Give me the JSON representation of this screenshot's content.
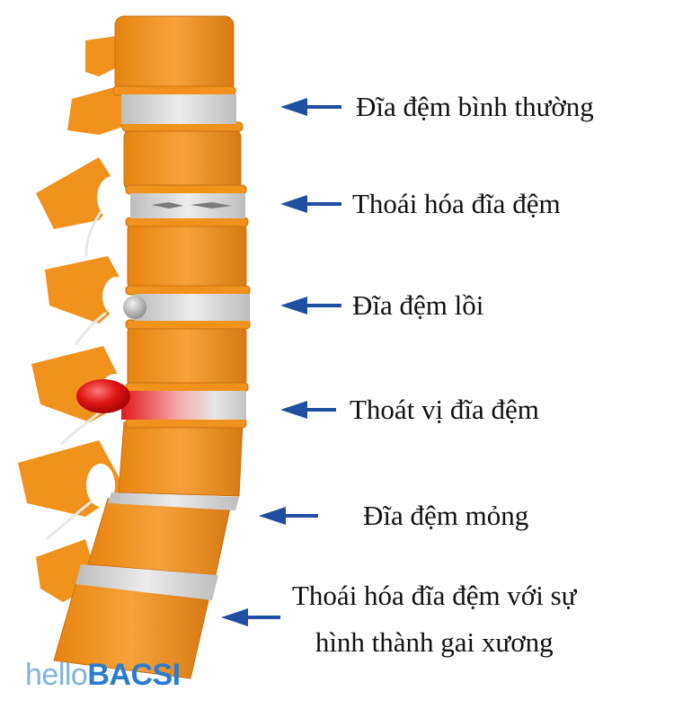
{
  "colors": {
    "bone": "#f0921c",
    "bone_dark": "#c8700f",
    "disc": "#cfcfcf",
    "herniation": "#e21818",
    "arrow": "#1e4fa0",
    "logo_light": "#7fb3e3",
    "logo_dark": "#2c7bd0"
  },
  "labels": [
    {
      "id": "normal",
      "text": "Đĩa đệm bình thường"
    },
    {
      "id": "degeneration",
      "text": "Thoái hóa đĩa đệm"
    },
    {
      "id": "bulging",
      "text": "Đĩa đệm lồi"
    },
    {
      "id": "herniation",
      "text": "Thoát vị đĩa đệm"
    },
    {
      "id": "thinning",
      "text": "Đĩa đệm mỏng"
    },
    {
      "id": "osteophytes",
      "line1": "Thoái hóa đĩa đệm với sự",
      "line2": "hình thành gai xương"
    }
  ],
  "logo": {
    "part1": "hello",
    "part2": "BACSI"
  }
}
